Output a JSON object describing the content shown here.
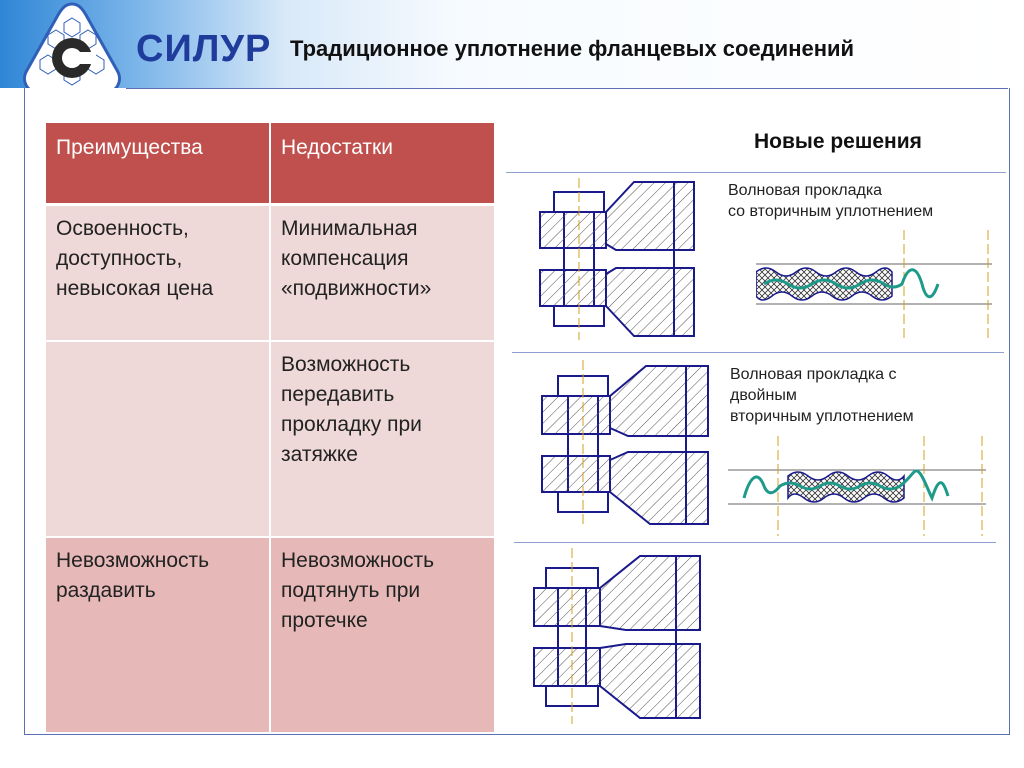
{
  "header": {
    "brand": "СИЛУР",
    "title": "Традиционное уплотнение фланцевых соединений"
  },
  "table": {
    "headers": [
      "Преимущества",
      "Недостатки"
    ],
    "rows": [
      [
        "Освоенность, доступность, невысокая цена",
        "Минимальная компенсация «подвижности»"
      ],
      [
        "",
        "Возможность передавить прокладку при затяжке"
      ],
      [
        "Невозможность раздавить",
        "Невозможность подтянуть при протечке"
      ]
    ]
  },
  "new_solutions": {
    "title": "Новые решения",
    "items": [
      {
        "label_line1": "Волновая прокладка",
        "label_line2": "со вторичным уплотнением"
      },
      {
        "label_line1": "Волновая прокладка с",
        "label_line2": "двойным",
        "label_line3": "вторичным уплотнением"
      }
    ]
  },
  "colors": {
    "header_accent": "#2f86d6",
    "brand": "#1f3c9c",
    "table_header": "#c0504d",
    "row_light": "#efd9d8",
    "row_dark": "#e6b9b8",
    "drawing_line": "#1a1a8c",
    "wave": "#1e9a8a"
  }
}
